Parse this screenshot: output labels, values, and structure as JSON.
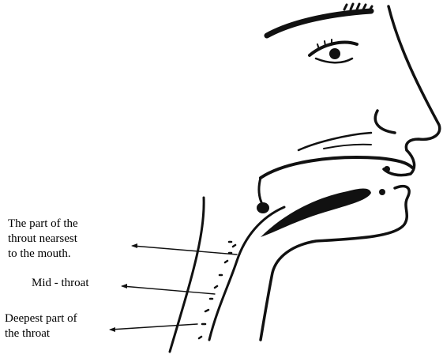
{
  "labels": {
    "upper": [
      "The part of the",
      "throut nearsest",
      "to the mouth."
    ],
    "mid": "Mid - throat",
    "deep": [
      "Deepest part of",
      "the throat"
    ]
  },
  "colors": {
    "ink": "#111111",
    "background": "#ffffff"
  }
}
